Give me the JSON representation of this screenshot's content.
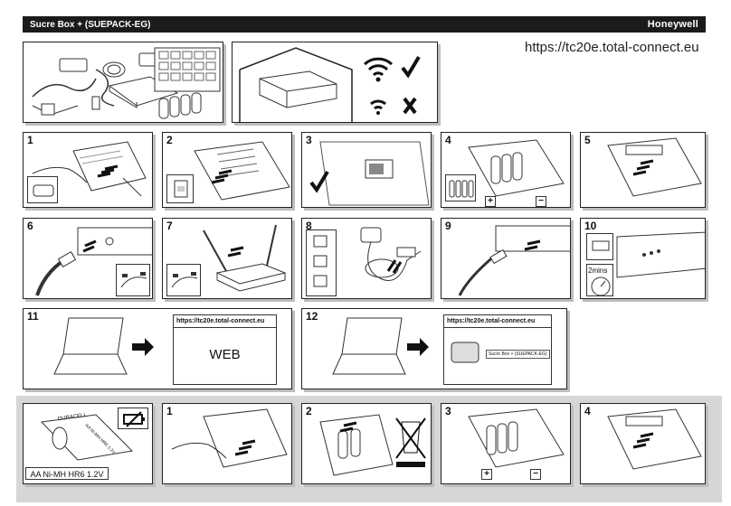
{
  "header": {
    "title": "Sucre Box + (SUEPACK-EG)",
    "brand": "Honeywell"
  },
  "url_top": "https://tc20e.total-connect.eu",
  "steps": {
    "s1": "1",
    "s2": "2",
    "s3": "3",
    "s4": "4",
    "s5": "5",
    "s6": "6",
    "s7": "7",
    "s8": "8",
    "s9": "9",
    "s10": "10",
    "s11": "11",
    "s12": "12"
  },
  "step10": {
    "timer": "2mins"
  },
  "step11": {
    "url": "https://tc20e.total-connect.eu",
    "text": "WEB"
  },
  "step12": {
    "url": "https://tc20e.total-connect.eu",
    "device": "Sucre Box + (SUEPACK-EG)"
  },
  "battery": {
    "label": "AA Ni-MH HR6 1.2V",
    "brand_on_cell": "DURACELL",
    "cell_text": "AA Ni-MH HR6 1.2V"
  },
  "battery_steps": {
    "b1": "1",
    "b2": "2",
    "b3": "3",
    "b4": "4"
  },
  "signs": {
    "plus": "+",
    "minus": "−"
  }
}
